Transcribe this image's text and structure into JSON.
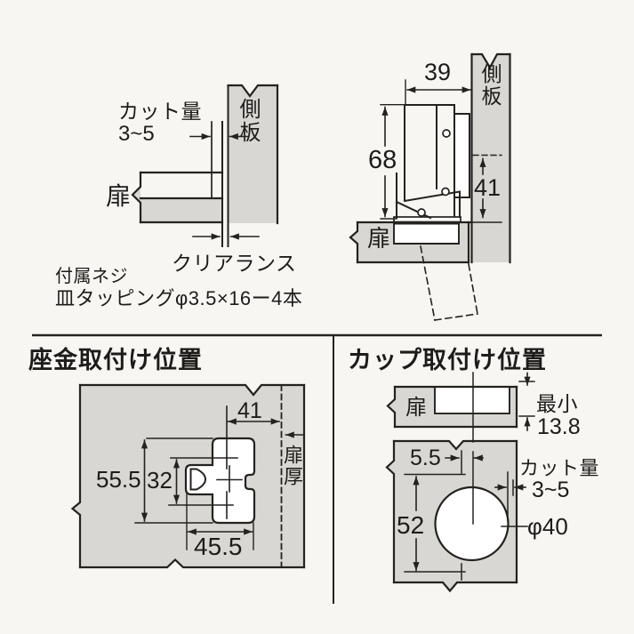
{
  "colors": {
    "background": "#f7f6f3",
    "panel_gray": "#d8d7d3",
    "line": "#24221f"
  },
  "top_left": {
    "cut_amount_label": "カット量",
    "cut_amount_value": "3~5",
    "side_panel_label": "側板",
    "door_label": "扉",
    "clearance_label": "クリアランス",
    "screw_note_line1": "付属ネジ",
    "screw_note_line2": "皿タッピングφ3.5×16ー4本"
  },
  "top_right": {
    "arm_width": "39",
    "side_panel_label": "側板",
    "hinge_height": "68",
    "plate_offset": "41",
    "door_label": "扉"
  },
  "bottom_left": {
    "title": "座金取付け位置",
    "edge_distance": "41",
    "door_thickness_label": "扉厚",
    "outer_height": "55.5",
    "hole_pitch": "32",
    "plate_width": "45.5"
  },
  "bottom_right": {
    "title": "カップ取付け位置",
    "door_label": "扉",
    "min_label": "最小",
    "min_value": "13.8",
    "center_offset": "5.5",
    "cut_amount_label": "カット量",
    "cut_amount_value": "3~5",
    "screw_pitch": "52",
    "cup_diameter": "φ40"
  }
}
